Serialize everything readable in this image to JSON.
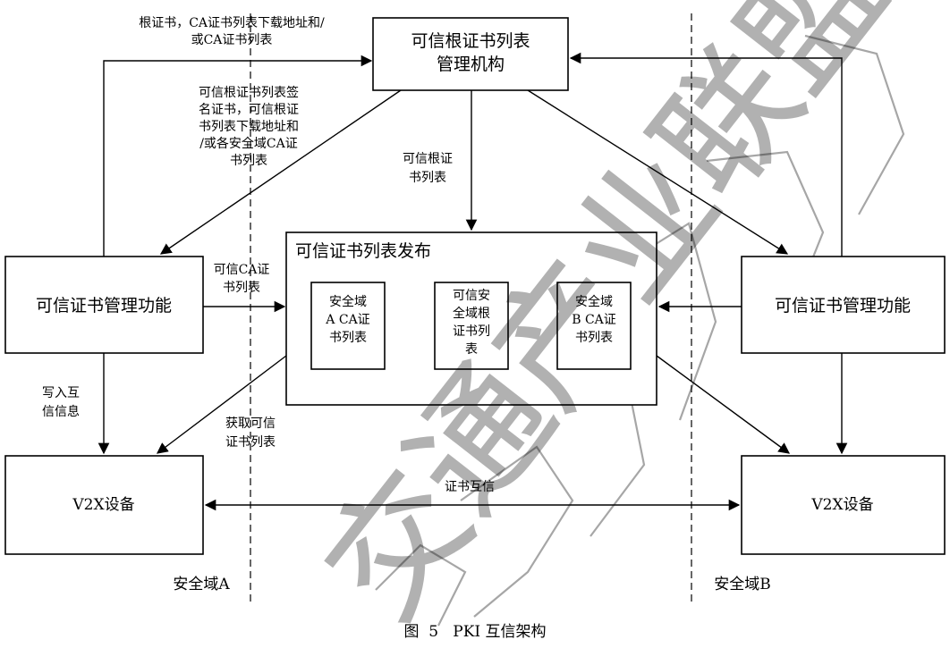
{
  "nodes": {
    "root_mgmt": [
      "可信根证书列表",
      "管理机构"
    ],
    "mgmt_a": [
      "可信证书管理功能"
    ],
    "mgmt_b": [
      "可信证书管理功能"
    ],
    "publish_title": [
      "可信证书列表发布"
    ],
    "list_a": [
      "安全域",
      "A CA证",
      "书列表"
    ],
    "list_root": [
      "可信安",
      "全域根",
      "证书列",
      "表"
    ],
    "list_b": [
      "安全域",
      "B CA证",
      "书列表"
    ],
    "v2x_a": [
      "V2X设备"
    ],
    "v2x_b": [
      "V2X设备"
    ]
  },
  "edge_labels": {
    "top_left": [
      "根证书，CA证书列表下载地址和/",
      "或CA证书列表"
    ],
    "left_mid": [
      "可信根证书列表签",
      "名证书，可信根证",
      "书列表下载地址和",
      "/或各安全域CA证",
      "书列表"
    ],
    "center": [
      "可信根证",
      "书列表"
    ],
    "ca_list": [
      "可信CA证",
      "书列表"
    ],
    "write_info": [
      "写入互",
      "信信息"
    ],
    "fetch": [
      "获取可信",
      "证书列表"
    ],
    "mutual": [
      "证书互信"
    ]
  },
  "domains": {
    "a": "安全域A",
    "b": "安全域B"
  },
  "caption": "图  5   PKI 互信架构",
  "watermark": "交通产业联盟"
}
